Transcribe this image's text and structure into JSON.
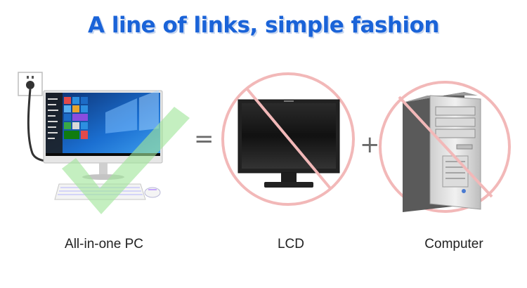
{
  "title": "A line of links, simple fashion",
  "operators": {
    "equals": "=",
    "plus": "+"
  },
  "items": [
    {
      "label": "All-in-one PC"
    },
    {
      "label": "LCD"
    },
    {
      "label": "Computer"
    }
  ],
  "colors": {
    "title": "#1a63d8",
    "prohibition": "#f0b0b0",
    "check": "#9fe59a",
    "screen_blue": "#1b6fd1"
  },
  "icons": {
    "allinone": "all-in-one-pc-illustration",
    "check": "green-check-icon",
    "lcd": "lcd-monitor-illustration",
    "tower": "computer-tower-illustration",
    "no_sign": "prohibition-circle-icon"
  }
}
